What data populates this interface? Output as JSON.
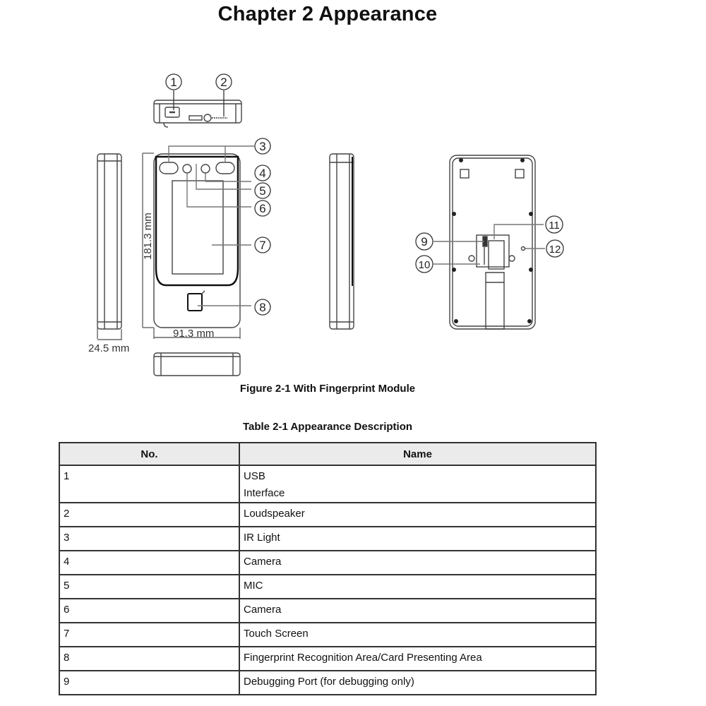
{
  "chapter_title": "Chapter 2 Appearance",
  "figure": {
    "caption": "Figure 2-1 With Fingerprint Module",
    "dimensions": {
      "height": "181.3 mm",
      "width": "91.3 mm",
      "depth": "24.5 mm"
    },
    "callouts": [
      "1",
      "2",
      "3",
      "4",
      "5",
      "6",
      "7",
      "8",
      "9",
      "10",
      "11",
      "12"
    ]
  },
  "table": {
    "caption": "Table 2-1 Appearance Description",
    "headers": [
      "No.",
      "Name"
    ],
    "rows": [
      {
        "no": "1",
        "name": "USB\nInterface"
      },
      {
        "no": "2",
        "name": "Loudspeaker"
      },
      {
        "no": "3",
        "name": "IR Light"
      },
      {
        "no": "4",
        "name": "Camera"
      },
      {
        "no": "5",
        "name": "MIC"
      },
      {
        "no": "6",
        "name": "Camera"
      },
      {
        "no": "7",
        "name": "Touch Screen"
      },
      {
        "no": "8",
        "name": "Fingerprint Recognition Area/Card Presenting Area"
      },
      {
        "no": "9",
        "name": "Debugging Port (for debugging only)"
      }
    ]
  }
}
